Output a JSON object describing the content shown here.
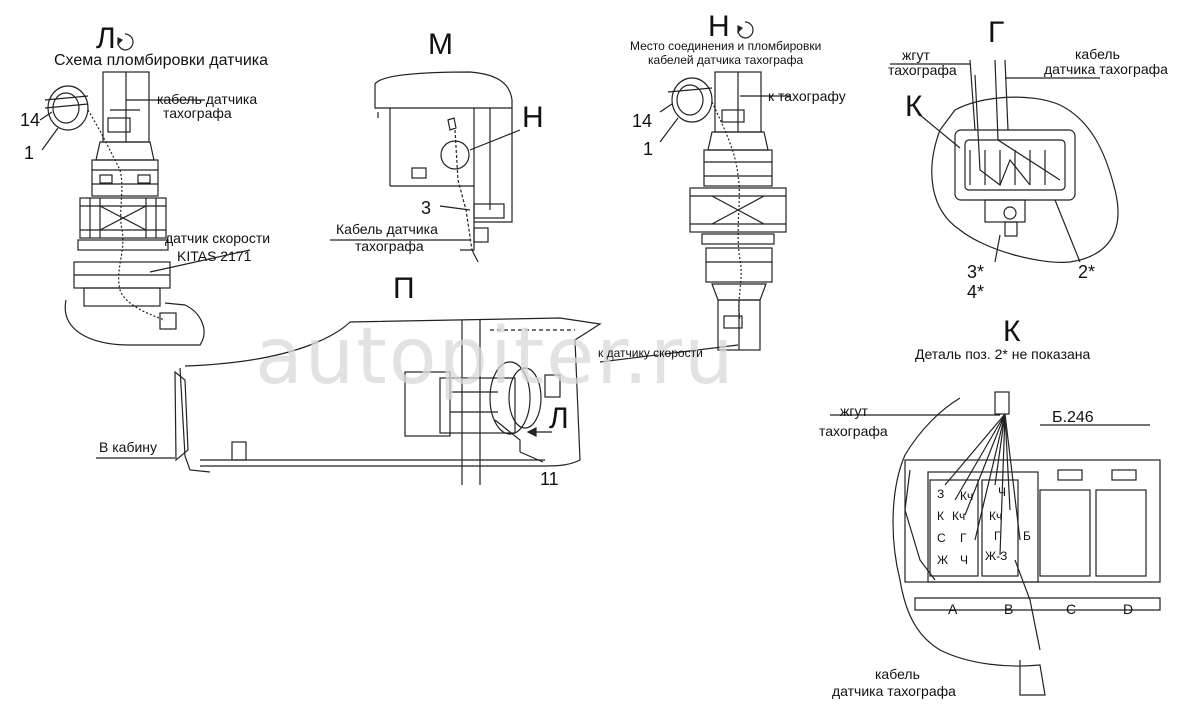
{
  "watermark": "autopiter.ru",
  "view_L": {
    "title": "Л",
    "subtitle": "Схема пломбировки датчика",
    "cable_label_1": "кабель датчика",
    "cable_label_2": "тахографа",
    "sensor_label_1": "датчик скорости",
    "sensor_label_2": "KITAS 2171",
    "pos_14": "14",
    "pos_1": "1"
  },
  "view_M": {
    "title": "М",
    "callout_H": "Н",
    "pos_3": "3",
    "cable_label_1": "Кабель датчика",
    "cable_label_2": "тахографа"
  },
  "view_H": {
    "title": "Н",
    "subtitle_1": "Место соединения и пломбировки",
    "subtitle_2": "кабелей датчика тахографа",
    "to_tacho": "к тахографу",
    "to_sensor": "к датчику скорости",
    "pos_14": "14",
    "pos_1": "1"
  },
  "view_G": {
    "title": "Г",
    "harness_1": "жгут",
    "harness_2": "тахографа",
    "cable_1": "кабель",
    "cable_2": "датчика тахографа",
    "callout_K": "К",
    "pos_3": "3*",
    "pos_4": "4*",
    "pos_2": "2*"
  },
  "view_P": {
    "title": "П",
    "to_cabin": "В кабину",
    "pos_11": "11",
    "callout_L": "Л"
  },
  "view_K": {
    "title": "К",
    "note": "Деталь поз. 2* не показана",
    "harness_1": "жгут",
    "harness_2": "тахографа",
    "block": "Б.246",
    "cable_1": "кабель",
    "cable_2": "датчика тахографа",
    "pins_left": [
      "З",
      "К",
      "С",
      "Ж"
    ],
    "pins_mid": [
      "Кч",
      "Кч",
      "Г",
      "Ч"
    ],
    "pins_right": [
      "Ч",
      "Кч",
      "Г",
      "Ж-З"
    ],
    "pin_b": "Б",
    "sections": [
      "A",
      "B",
      "C",
      "D"
    ]
  }
}
